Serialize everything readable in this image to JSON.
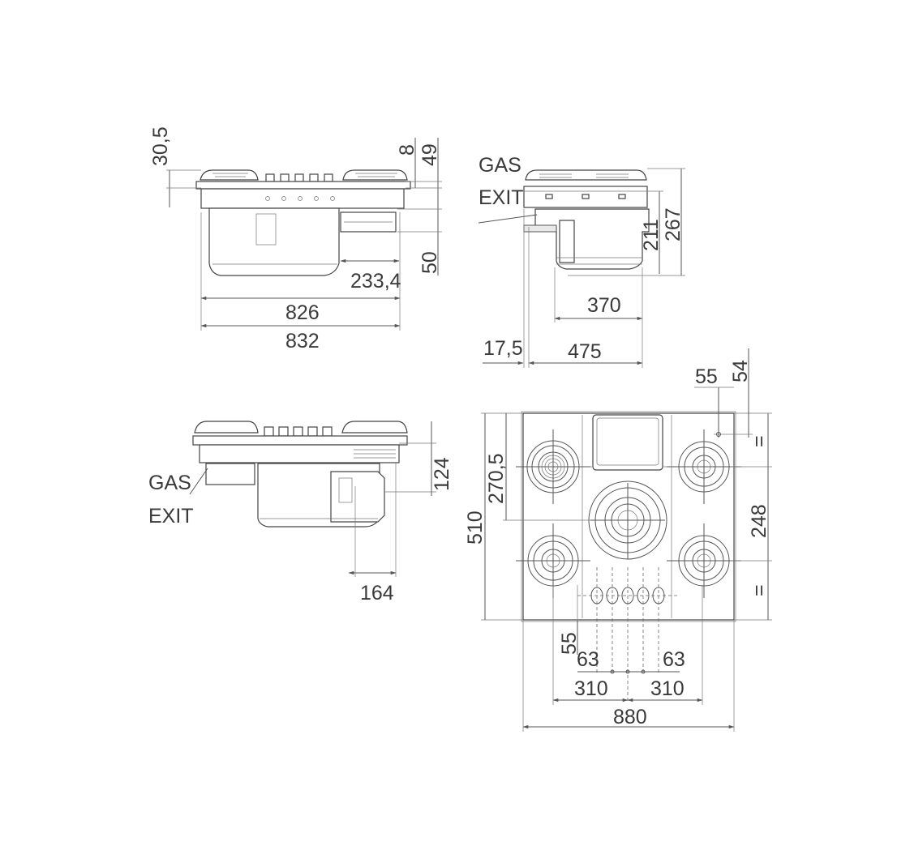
{
  "labels": {
    "gas_exit_top": [
      "GAS",
      "EXIT"
    ],
    "gas_exit_side": [
      "GAS",
      "EXIT"
    ]
  },
  "front_view": {
    "d_30_5": "30,5",
    "d_8": "8",
    "d_49": "49",
    "d_50": "50",
    "d_233_4": "233,4",
    "d_826": "826",
    "d_832": "832"
  },
  "side_view": {
    "d_211": "211",
    "d_267": "267",
    "d_370": "370",
    "d_17_5": "17,5",
    "d_475": "475"
  },
  "rear_view": {
    "d_124": "124",
    "d_164": "164"
  },
  "plan_view": {
    "d_55_top": "55",
    "d_54": "54",
    "d_270_5": "270,5",
    "d_510": "510",
    "d_248": "248",
    "eq_top": "=",
    "eq_bottom": "=",
    "d_55_bottom": "55",
    "d_63_left": "63",
    "d_63_right": "63",
    "d_310_left": "310",
    "d_310_right": "310",
    "d_880": "880"
  }
}
